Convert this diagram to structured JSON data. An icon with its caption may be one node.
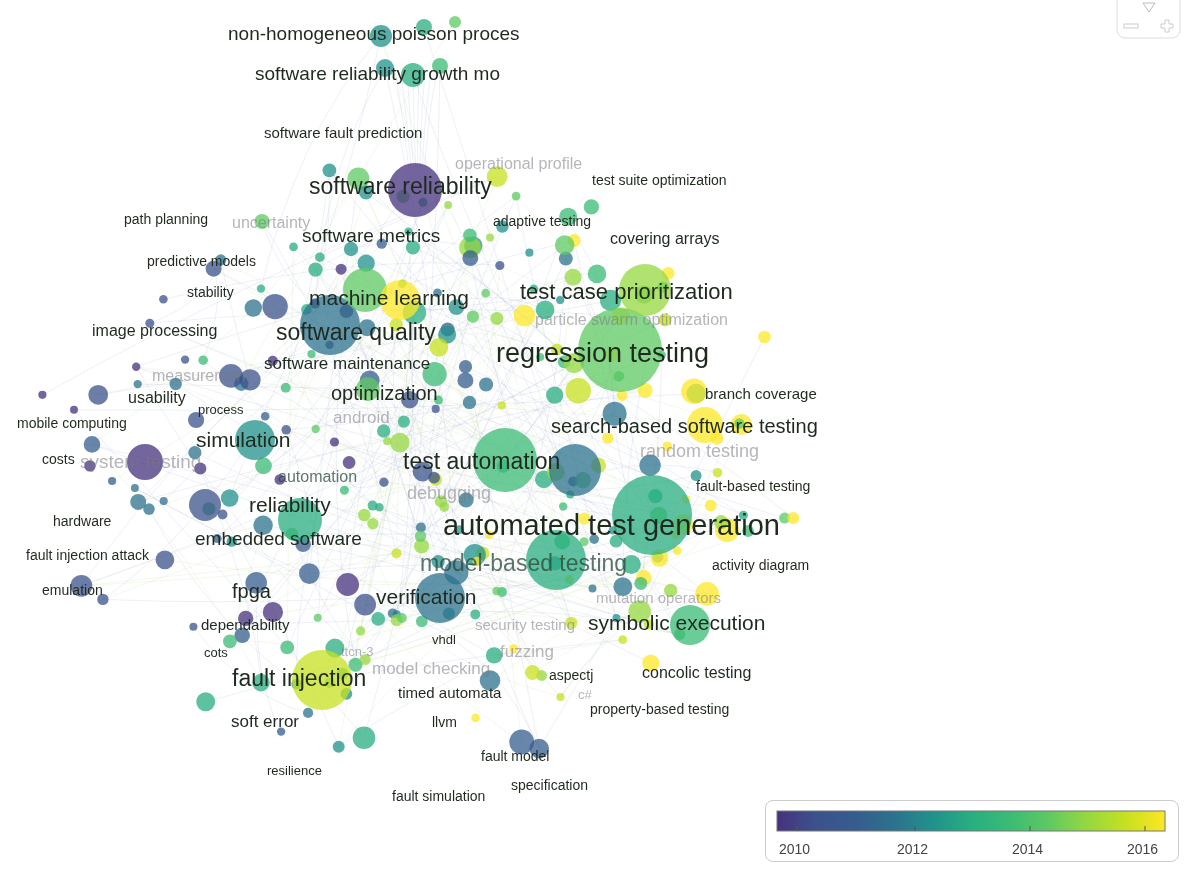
{
  "diagram": {
    "labels": [
      "non-homogeneous poisson proces",
      "software reliability growth mo",
      "software fault prediction",
      "operational profile",
      "software reliability",
      "test suite optimization",
      "path planning",
      "uncertainty",
      "adaptive testing",
      "software metrics",
      "covering arrays",
      "predictive models",
      "stability",
      "machine learning",
      "test case prioritization",
      "image processing",
      "particle swarm optimization",
      "software quality",
      "regression testing",
      "software maintenance",
      "measurement",
      "usability",
      "optimization",
      "branch coverage",
      "process",
      "android",
      "mobile computing",
      "search-based software testing",
      "simulation",
      "random testing",
      "costs",
      "system testing",
      "test automation",
      "automation",
      "fault-based testing",
      "debugging",
      "reliability",
      "automated test generation",
      "hardware",
      "embedded software",
      "fault injection attack",
      "model-based testing",
      "activity diagram",
      "fpga",
      "emulation",
      "verification",
      "mutation operators",
      "dependability",
      "security testing",
      "symbolic execution",
      "vhdl",
      "cots",
      "ttcn-3",
      "fuzzing",
      "model checking",
      "concolic testing",
      "fault injection",
      "aspectj",
      "timed automata",
      "c#",
      "property-based testing",
      "soft error",
      "llvm",
      "fault model",
      "resilience",
      "specification",
      "fault simulation",
      "2010",
      "2012",
      "2014",
      "2016"
    ]
  }
}
